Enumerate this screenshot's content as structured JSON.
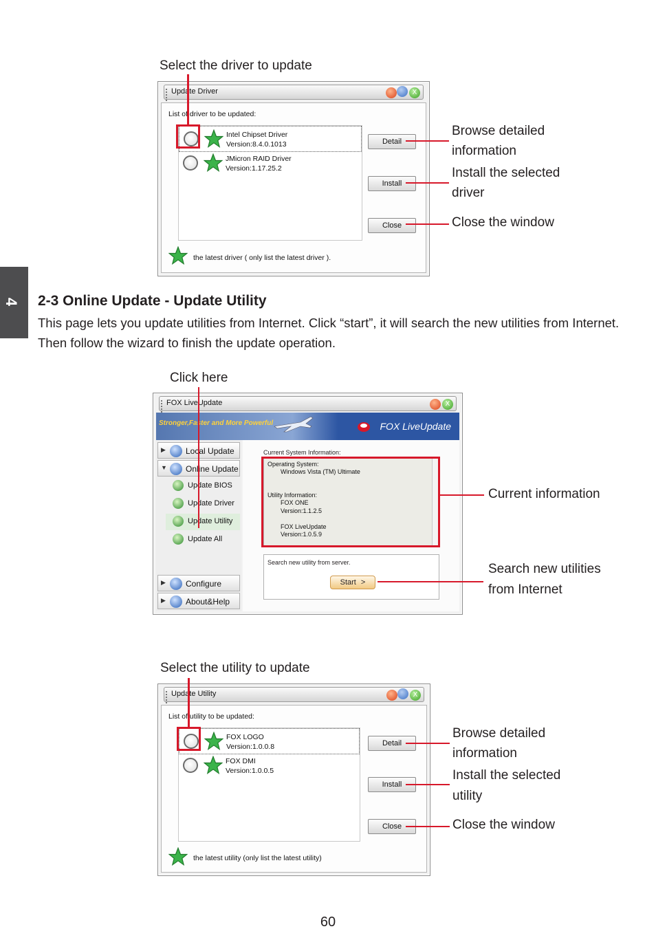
{
  "chapter_tab": "4",
  "section": {
    "title": "2-3 Online Update - Update Utility",
    "body": "This page lets you update utilities from Internet. Click “start”, it will search the new utilities from Internet. Then follow the wizard to finish the update operation."
  },
  "page_number": "60",
  "fig1": {
    "callout_top": "Select the driver to update",
    "callouts": [
      "Browse detailed",
      "information",
      "Install the selected",
      "driver",
      "Close the window"
    ],
    "window_title": "Update Driver",
    "list_label": "List of driver to be updated:",
    "items": [
      {
        "name": "Intel Chipset Driver",
        "version": "Version:8.4.0.1013"
      },
      {
        "name": "JMicron RAID Driver",
        "version": "Version:1.17.25.2"
      }
    ],
    "buttons": {
      "detail": "Detail",
      "install": "Install",
      "close": "Close"
    },
    "legend": "the latest driver ( only list the latest driver ).",
    "close_glyph": "X"
  },
  "fig2": {
    "callout_top": "Click here",
    "callouts": [
      "Current information",
      "Search new utilities",
      "from Internet"
    ],
    "window_title": "FOX LiveUpdate",
    "banner_left": "Stronger,Faster and More Powerful",
    "banner_right": "FOX LiveUpdate",
    "nav": {
      "local_update": "Local Update",
      "online_update": "Online Update",
      "update_bios": "Update BIOS",
      "update_driver": "Update Driver",
      "update_utility": "Update Utility",
      "update_all": "Update All",
      "configure": "Configure",
      "about_help": "About&Help"
    },
    "current_info_label": "Current System Information:",
    "info_lines": {
      "os_label": "Operating System:",
      "os_value": "Windows Vista (TM) Ultimate",
      "util_label": "Utility Information:",
      "util1_name": "FOX ONE",
      "util1_ver": "Version:1.1.2.5",
      "util2_name": "FOX LiveUpdate",
      "util2_ver": "Version:1.0.5.9"
    },
    "search_label": "Search new utility from server.",
    "start_button": "Start",
    "start_arrow": ">",
    "close_glyph": "X"
  },
  "fig3": {
    "callout_top": "Select the utility to update",
    "callouts": [
      "Browse detailed",
      "information",
      "Install the selected",
      "utility",
      "Close the window"
    ],
    "window_title": "Update Utility",
    "list_label": "List of utility to be updated:",
    "items": [
      {
        "name": "FOX LOGO",
        "version": "Version:1.0.0.8"
      },
      {
        "name": "FOX DMI",
        "version": "Version:1.0.0.5"
      }
    ],
    "buttons": {
      "detail": "Detail",
      "install": "Install",
      "close": "Close"
    },
    "legend": "the latest utility (only list the latest utility)",
    "close_glyph": "X"
  },
  "colors": {
    "callout_red": "#d7182a",
    "chapter_tab": "#4d4d4f"
  }
}
